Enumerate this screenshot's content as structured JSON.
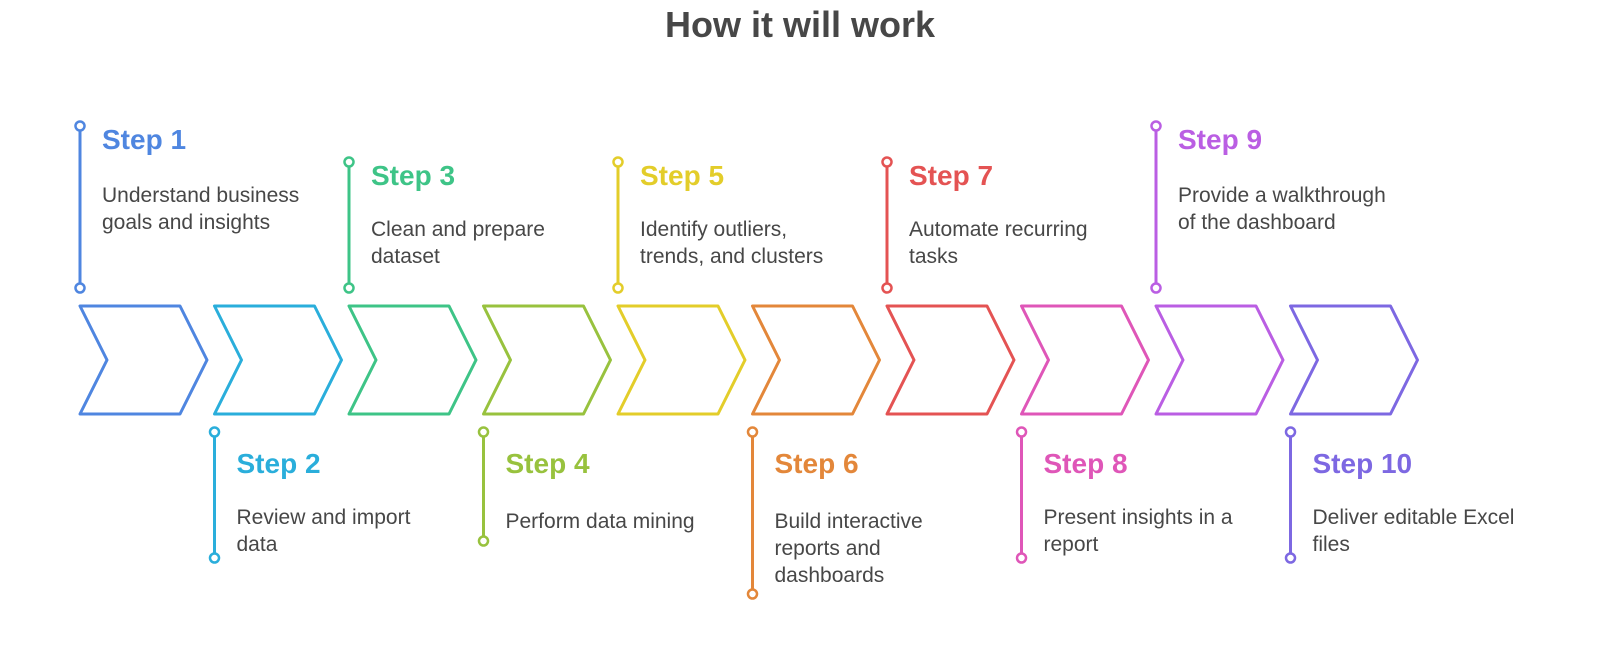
{
  "title": "How it will work",
  "steps": [
    {
      "title": "Step 1",
      "desc": "Understand business goals and insights",
      "color": "#4F86E0"
    },
    {
      "title": "Step 2",
      "desc": "Review and import data",
      "color": "#2AAEDB"
    },
    {
      "title": "Step 3",
      "desc": "Clean and prepare dataset",
      "color": "#3EC487"
    },
    {
      "title": "Step 4",
      "desc": "Perform data mining",
      "color": "#98C23E"
    },
    {
      "title": "Step 5",
      "desc": "Identify outliers, trends, and clusters",
      "color": "#E3CD2A"
    },
    {
      "title": "Step 6",
      "desc": "Build interactive reports and dashboards",
      "color": "#E3873A"
    },
    {
      "title": "Step 7",
      "desc": "Automate recurring tasks",
      "color": "#E45353"
    },
    {
      "title": "Step 8",
      "desc": "Present insights in a report",
      "color": "#DF56B8"
    },
    {
      "title": "Step 9",
      "desc": "Provide a walkthrough of the dashboard",
      "color": "#BA5EE3"
    },
    {
      "title": "Step 10",
      "desc": "Deliver editable Excel files",
      "color": "#7D68E2"
    }
  ]
}
